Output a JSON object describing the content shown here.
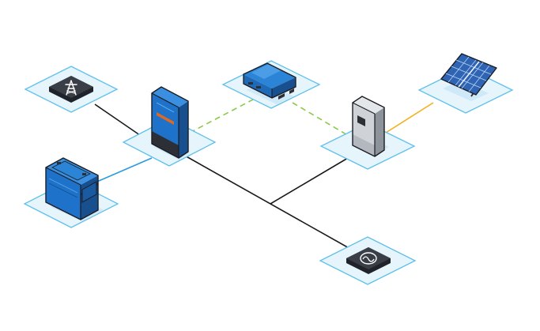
{
  "diagram": {
    "nodes": [
      {
        "id": "grid",
        "icon": "transmission-tower-icon"
      },
      {
        "id": "inverter-charger",
        "icon": "inverter-charger-icon"
      },
      {
        "id": "gx-device",
        "icon": "communication-device-icon"
      },
      {
        "id": "pv-inverter",
        "icon": "pv-inverter-icon"
      },
      {
        "id": "solar-panel",
        "icon": "solar-panel-icon"
      },
      {
        "id": "battery",
        "icon": "battery-icon"
      },
      {
        "id": "ac-loads",
        "icon": "ac-sine-wave-icon"
      }
    ],
    "links": [
      {
        "from": "grid",
        "to": "inverter-charger",
        "kind": "ac-power"
      },
      {
        "from": "battery",
        "to": "inverter-charger",
        "kind": "dc-power"
      },
      {
        "from": "inverter-charger",
        "to": "ac-loads",
        "kind": "ac-power"
      },
      {
        "from": "pv-inverter",
        "to": "ac-bus",
        "kind": "ac-power"
      },
      {
        "from": "inverter-charger",
        "to": "gx-device",
        "kind": "data"
      },
      {
        "from": "gx-device",
        "to": "pv-inverter",
        "kind": "data"
      },
      {
        "from": "solar-panel",
        "to": "pv-inverter",
        "kind": "pv-dc"
      }
    ],
    "colors": {
      "ac_power": "#1a1a1a",
      "dc_power": "#2b9be0",
      "data": "#8cc94a",
      "pv_dc": "#f2b01e",
      "tile_fill": "#e6f4fc",
      "tile_stroke": "#5ec0ec",
      "device_blue": "#1f72c9",
      "device_dark": "#2c2f36"
    }
  }
}
